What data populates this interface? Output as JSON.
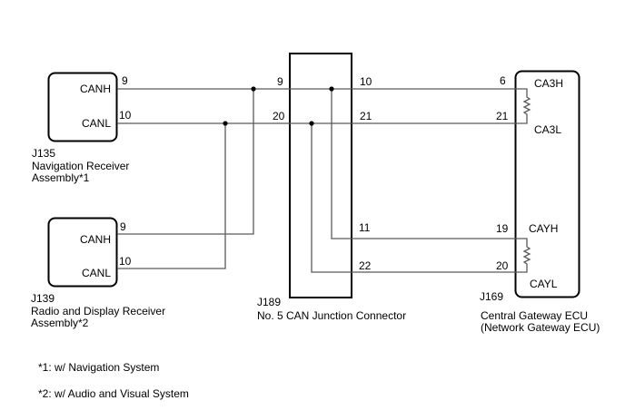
{
  "components": {
    "j135": {
      "id": "J135",
      "name_line1": "Navigation Receiver",
      "name_line2": "Assembly*1",
      "pins": [
        {
          "label": "CANH",
          "number": "9"
        },
        {
          "label": "CANL",
          "number": "10"
        }
      ]
    },
    "j139": {
      "id": "J139",
      "name_line1": "Radio and Display Receiver",
      "name_line2": "Assembly*2",
      "pins": [
        {
          "label": "CANH",
          "number": "9"
        },
        {
          "label": "CANL",
          "number": "10"
        }
      ]
    },
    "j189": {
      "id": "J189",
      "name": "No. 5 CAN Junction Connector",
      "left_pins": [
        "9",
        "20"
      ],
      "right_pins": [
        "10",
        "21",
        "11",
        "22"
      ]
    },
    "j169": {
      "id": "J169",
      "name_line1": "Central Gateway ECU",
      "name_line2": "(Network Gateway ECU)",
      "pins": [
        {
          "label": "CA3H",
          "number": "6"
        },
        {
          "label": "CA3L",
          "number": "21"
        },
        {
          "label": "CAYH",
          "number": "19"
        },
        {
          "label": "CAYL",
          "number": "20"
        }
      ]
    }
  },
  "notes": [
    "*1: w/ Navigation System",
    "*2: w/ Audio and Visual System"
  ],
  "colors": {
    "wire": "#5a5a5a",
    "box": "#000000"
  }
}
